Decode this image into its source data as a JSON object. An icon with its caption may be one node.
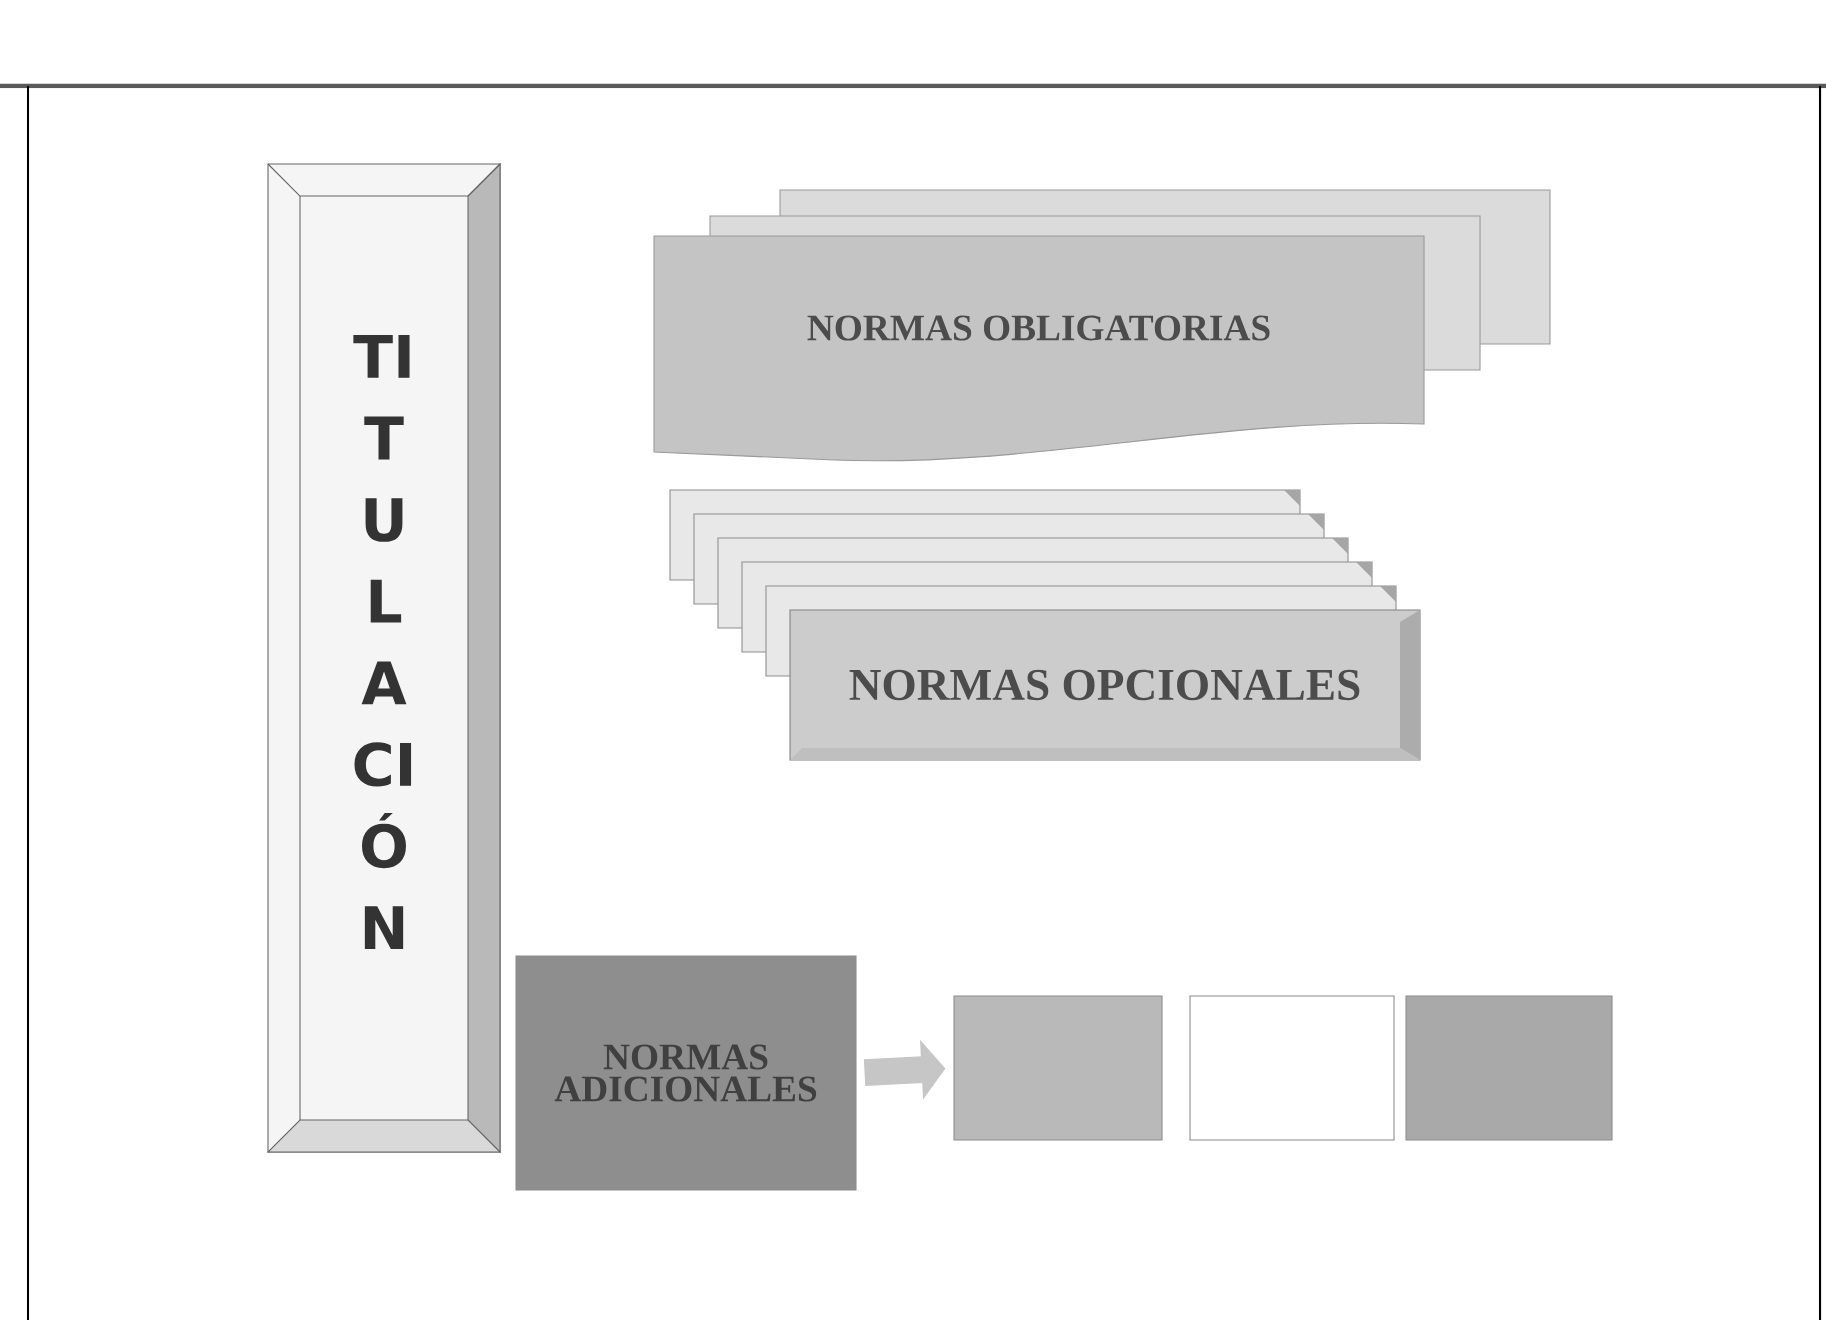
{
  "diagram": {
    "nodes": [
      {
        "text": [
          "TITULACIÓN"
        ]
      },
      {
        "text": [
          "NORMAS OBLIGATORIAS"
        ]
      },
      {
        "text": [
          "NORMAS OPCIONALES"
        ]
      },
      {
        "text": [
          "NORMAS ADICIONALES"
        ]
      },
      {
        "text": [],
        "shape": "box"
      },
      {
        "text": [],
        "shape": "box"
      },
      {
        "text": [],
        "shape": "box"
      }
    ],
    "edges": [
      {
        "from": 3,
        "to": 4,
        "arrow": "to"
      }
    ]
  }
}
